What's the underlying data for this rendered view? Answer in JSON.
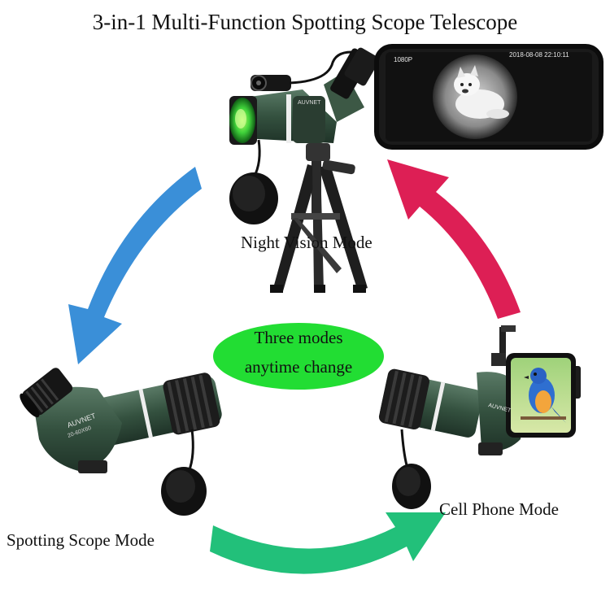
{
  "title": "3-in-1 Multi-Function Spotting Scope Telescope",
  "modes": {
    "night_vision": "Night Vision  Mode",
    "cell_phone": "Cell Phone Mode",
    "spotting_scope": "Spotting Scope Mode"
  },
  "center_badge": {
    "line1": "Three modes",
    "line2": "anytime change"
  },
  "phone_screen": {
    "resolution": "1080P",
    "timestamp": "2018-08-08  22:10:11"
  },
  "brand_marks": {
    "scope_left": "AUVNET",
    "scope_left_spec": "20-60X60"
  },
  "colors": {
    "center_badge": "#22dd33",
    "arrow_blue": "#3a8fd8",
    "arrow_red": "#dd1f55",
    "arrow_green": "#22c07a",
    "scope_body": "#3b5a48",
    "scope_dark": "#1a1a1a"
  }
}
